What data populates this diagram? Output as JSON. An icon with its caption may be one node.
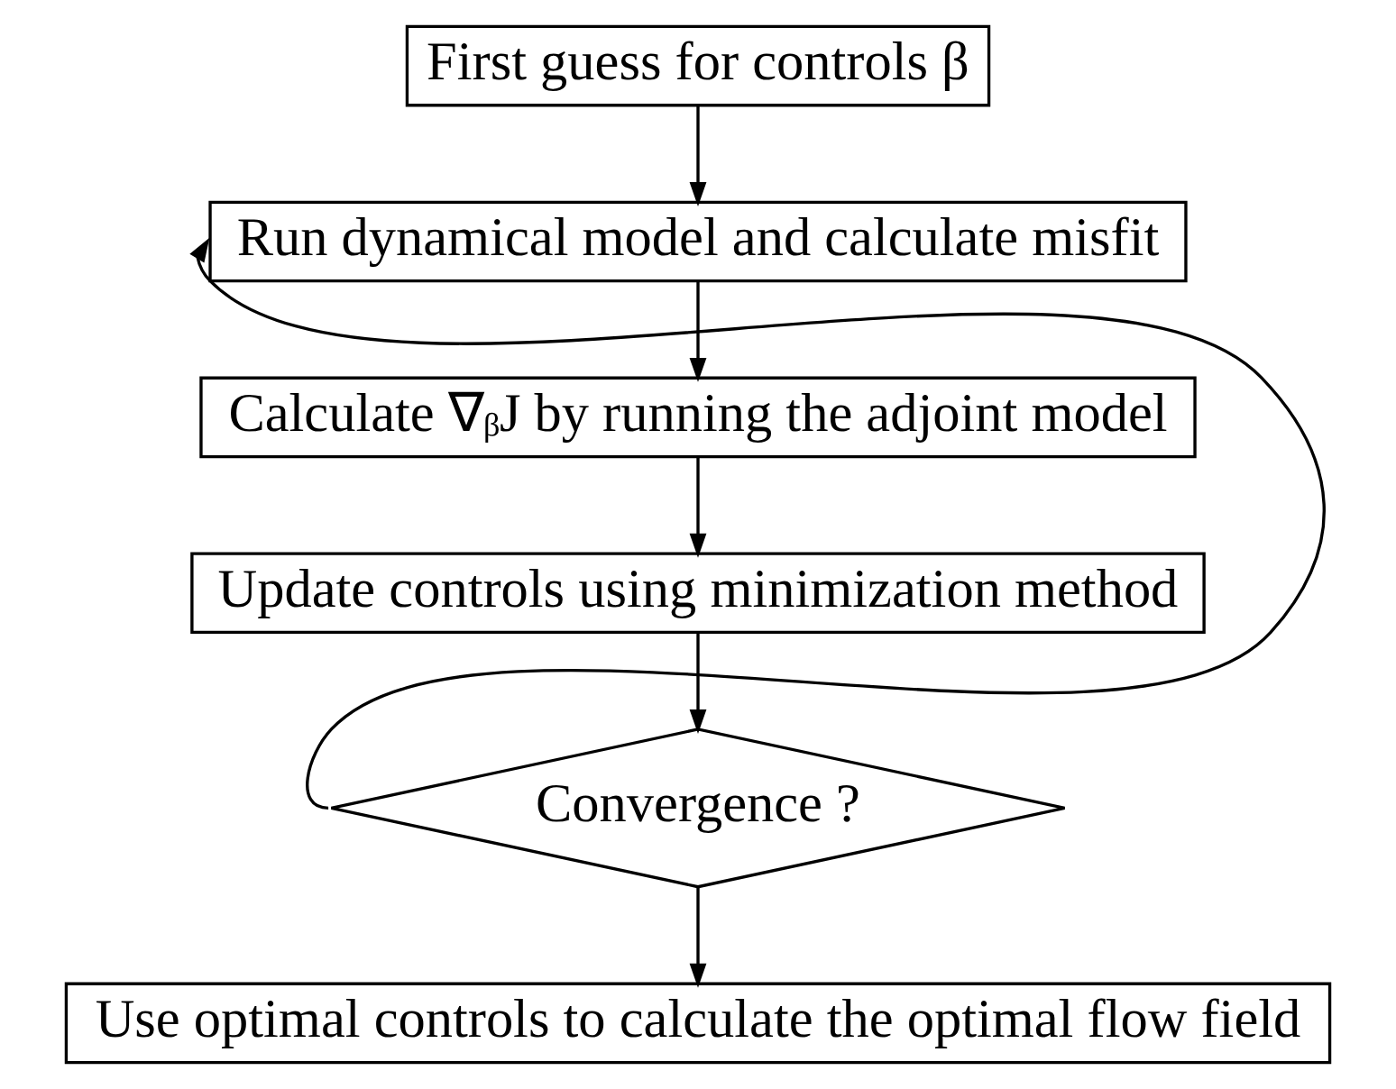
{
  "diagram": {
    "nodes": [
      {
        "text": [
          "First guess for controls β"
        ]
      },
      {
        "text": [
          "Run dynamical model and calculate misfit"
        ]
      },
      {
        "text": [
          "Calculate ∇ᵦJ by running the adjoint model"
        ]
      },
      {
        "text": [
          "Update controls using minimization method"
        ]
      },
      {
        "text": [
          "Convergence ?"
        ]
      },
      {
        "text": [
          "Use optimal controls to calculate the optimal flow field"
        ]
      }
    ],
    "edges": [
      {
        "from": 0,
        "to": 1,
        "arrow": "to"
      },
      {
        "from": 1,
        "to": 2,
        "arrow": "to"
      },
      {
        "from": 2,
        "to": 3,
        "arrow": "to"
      },
      {
        "from": 3,
        "to": 4,
        "arrow": "to"
      },
      {
        "from": 4,
        "to": 1,
        "arrow": "to"
      },
      {
        "from": 4,
        "to": 5,
        "arrow": "to"
      }
    ]
  }
}
